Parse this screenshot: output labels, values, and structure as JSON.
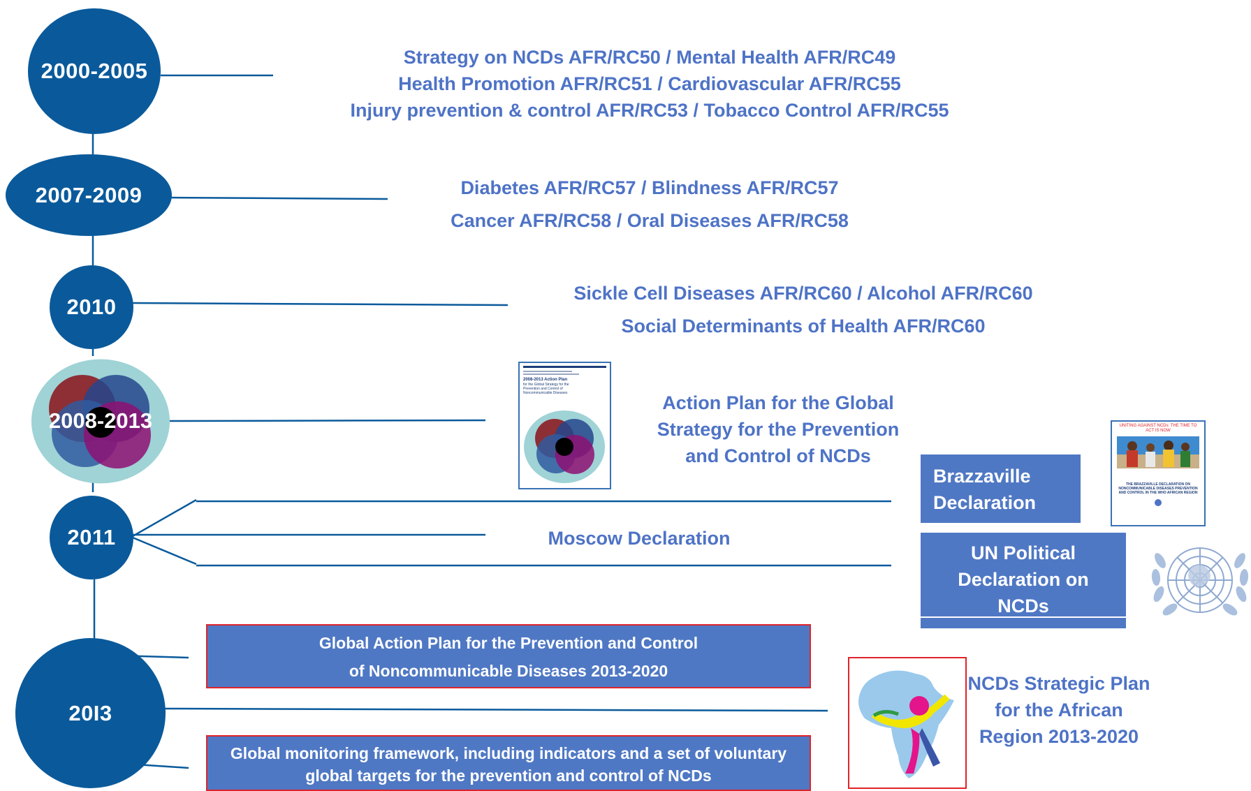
{
  "timeline": {
    "years": {
      "y2000": "2000-2005",
      "y2007": "2007-2009",
      "y2010": "2010",
      "y2008": "2008-2013",
      "y2011": "2011",
      "y2013": "20I3"
    },
    "text_2000": [
      "Strategy on NCDs AFR/RC50 / Mental Health AFR/RC49",
      "Health Promotion AFR/RC51   / Cardiovascular AFR/RC55",
      "Injury prevention & control AFR/RC53 / Tobacco Control AFR/RC55"
    ],
    "text_2007": [
      "Diabetes AFR/RC57 /  Blindness AFR/RC57",
      "Cancer AFR/RC58  /  Oral Diseases AFR/RC58"
    ],
    "text_2010": [
      "Sickle Cell Diseases  AFR/RC60 /  Alcohol AFR/RC60",
      "Social Determinants of Health AFR/RC60"
    ],
    "action_plan": [
      "Action Plan for the Global",
      "Strategy for the Prevention",
      "and Control of NCDs"
    ],
    "moscow": "Moscow Declaration",
    "brazzaville": [
      "Brazzaville",
      "Declaration"
    ],
    "un_political": [
      "UN Political",
      "Declaration on",
      "NCDs"
    ],
    "gap": [
      "Global Action Plan for the Prevention and Control",
      "of Noncommunicable Diseases 2013-2020"
    ],
    "gmf": [
      "Global monitoring framework, including indicators and a set of voluntary",
      "global targets for the prevention and control of NCDs"
    ],
    "ncd_plan": [
      "NCDs Strategic Plan",
      "for the African",
      "Region 2013-2020"
    ]
  },
  "thumbnails": {
    "action_plan_cover": {
      "title": "2008-2013 Action Plan",
      "subtitle": "for the Global Strategy for the Prevention and Control of Noncommunicable Diseases"
    },
    "brazzaville_cover": {
      "headline": "UNITING AGAINST NCDs: THE TIME TO ACT IS NOW",
      "caption": "THE BRAZZAVILLE DECLARATION ON NONCOMMUNICABLE DISEASES PREVENTION AND CONTROL IN THE WHO AFRICAN REGION"
    }
  },
  "icons": [
    "un-emblem-icon",
    "africa-map-icon"
  ],
  "colors": {
    "year_circle": "#0a5a9b",
    "link_text": "#4e73c6",
    "box_fill": "#4f78c4",
    "red_border": "#e0232a",
    "line": "#0a5a9b"
  }
}
